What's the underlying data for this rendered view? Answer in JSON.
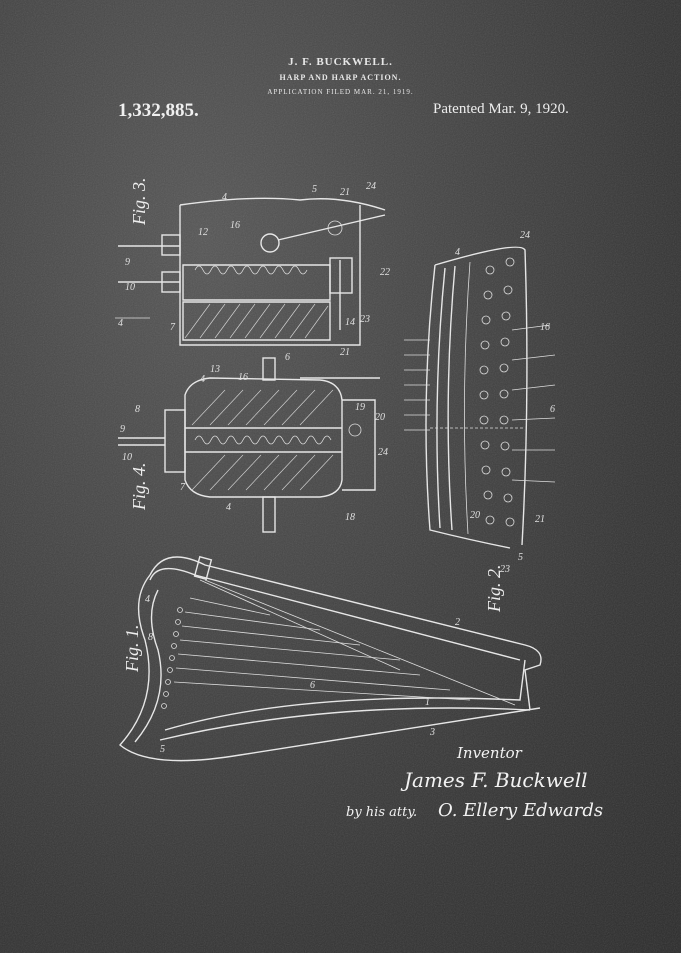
{
  "header": {
    "inventor_name": "J. F. BUCKWELL.",
    "title": "HARP AND HARP ACTION.",
    "application_filed": "APPLICATION FILED MAR. 21, 1919.",
    "patent_number": "1,332,885.",
    "patented_date": "Patented Mar. 9, 1920."
  },
  "figures": {
    "fig1": "Fig. 1.",
    "fig2": "Fig. 2.",
    "fig3": "Fig. 3.",
    "fig4": "Fig. 4."
  },
  "reference_numerals": {
    "fig1": [
      "4",
      "8",
      "2",
      "6",
      "1",
      "3",
      "5"
    ],
    "fig2": [
      "4",
      "24",
      "16",
      "6",
      "20",
      "21",
      "5",
      "23"
    ],
    "fig3": [
      "9",
      "10",
      "12",
      "16",
      "4",
      "5",
      "21",
      "24",
      "22",
      "14",
      "23",
      "7"
    ],
    "fig4": [
      "9",
      "8",
      "10",
      "13",
      "16",
      "6",
      "21",
      "4",
      "7",
      "19",
      "18",
      "20",
      "24"
    ]
  },
  "signature_block": {
    "caption": "Inventor",
    "inventor_signature": "James F. Buckwell",
    "attorney_prefix": "by his atty.",
    "attorney_signature": "O. Ellery Edwards"
  }
}
